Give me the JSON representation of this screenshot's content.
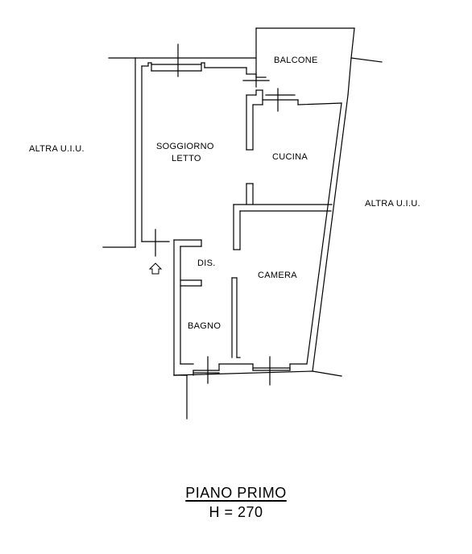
{
  "rooms": {
    "balcone": "BALCONE",
    "soggiorno_line1": "SOGGIORNO",
    "soggiorno_line2": "LETTO",
    "cucina": "CUCINA",
    "dis": "DIS.",
    "camera": "CAMERA",
    "bagno": "BAGNO"
  },
  "neighbors": {
    "left": "ALTRA U.I.U.",
    "right": "ALTRA U.I.U."
  },
  "footer": {
    "floor": "PIANO PRIMO",
    "height": "H = 270"
  }
}
